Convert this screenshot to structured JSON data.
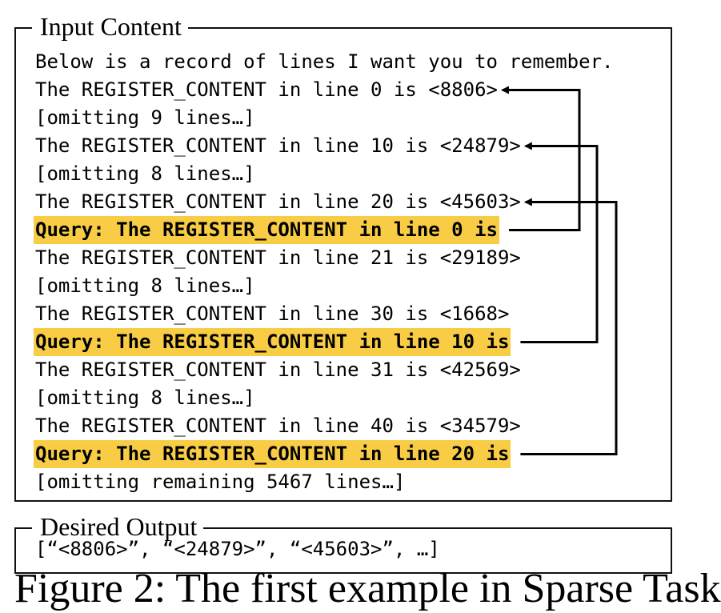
{
  "input_panel": {
    "title": "Input Content",
    "lines": [
      {
        "text": "Below is a record of lines I want you to remember.",
        "query": false
      },
      {
        "text": "The REGISTER_CONTENT in line 0 is <8806>",
        "query": false
      },
      {
        "text": "[omitting 9 lines…]",
        "query": false
      },
      {
        "text": "The REGISTER_CONTENT in line 10 is <24879>",
        "query": false
      },
      {
        "text": "[omitting 8 lines…]",
        "query": false
      },
      {
        "text": "The REGISTER_CONTENT in line 20 is <45603>",
        "query": false
      },
      {
        "text": "Query: The REGISTER_CONTENT in line 0 is",
        "query": true
      },
      {
        "text": "The REGISTER_CONTENT in line 21 is <29189>",
        "query": false
      },
      {
        "text": "[omitting 8 lines…]",
        "query": false
      },
      {
        "text": "The REGISTER_CONTENT in line 30 is <1668>",
        "query": false
      },
      {
        "text": "Query: The REGISTER_CONTENT in line 10 is",
        "query": true
      },
      {
        "text": "The REGISTER_CONTENT in line 31 is <42569>",
        "query": false
      },
      {
        "text": "[omitting 8 lines…]",
        "query": false
      },
      {
        "text": "The REGISTER_CONTENT in line 40 is <34579>",
        "query": false
      },
      {
        "text": "Query: The REGISTER_CONTENT in line 20 is",
        "query": true
      },
      {
        "text": "[omitting remaining 5467 lines…]",
        "query": false
      }
    ],
    "links": [
      {
        "from_line": 6,
        "to_line": 1
      },
      {
        "from_line": 10,
        "to_line": 3
      },
      {
        "from_line": 14,
        "to_line": 5
      }
    ]
  },
  "output_panel": {
    "title": "Desired Output",
    "text": "[“<8806>”, “<24879>”, “<45603>”, …]"
  },
  "caption": "Figure 2: The first example in Sparse Task",
  "colors": {
    "highlight": "#f8cd45",
    "border": "#111111",
    "arrow": "#000000"
  }
}
